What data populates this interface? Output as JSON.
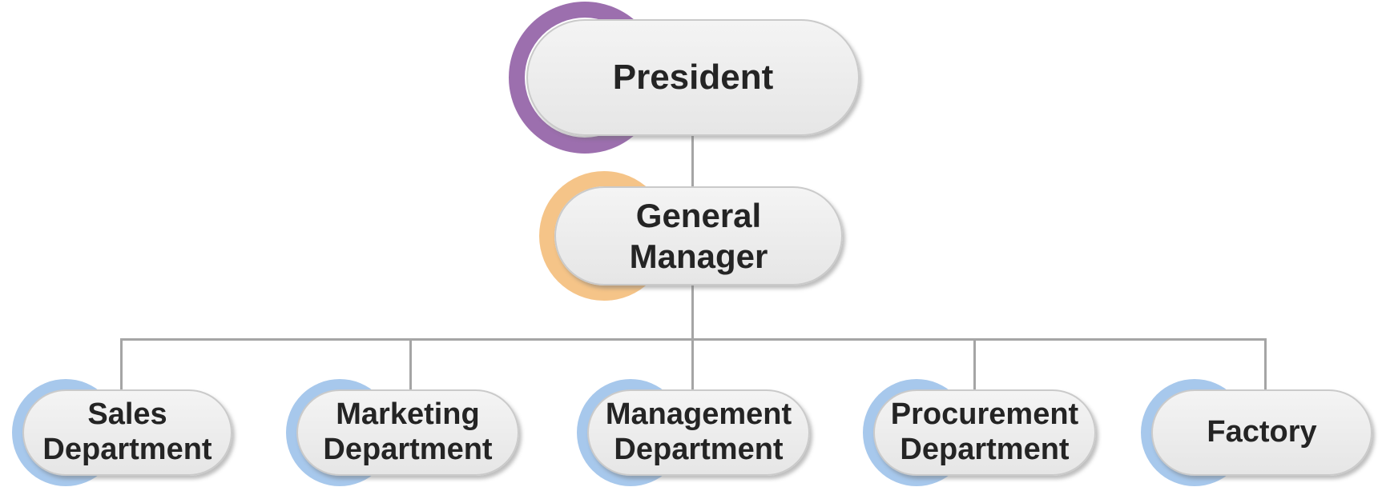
{
  "diagram": {
    "type": "org-chart",
    "background_color": "#ffffff",
    "connector_color": "#a5a5a5",
    "node_fill_color": "#ececec",
    "node_border_color": "#cacaca",
    "text_color": "#242424",
    "accent_colors": {
      "level1": "#9c6fae",
      "level2": "#f5c488",
      "level3": "#a7c8ec"
    },
    "nodes": [
      {
        "id": "president",
        "label": "President",
        "lines": [
          "President"
        ],
        "accent": "#9c6fae",
        "level": 1
      },
      {
        "id": "general-manager",
        "label": "General Manager",
        "lines": [
          "General",
          "Manager"
        ],
        "accent": "#f5c488",
        "level": 2
      },
      {
        "id": "sales",
        "label": "Sales Department",
        "lines": [
          "Sales",
          "Department"
        ],
        "accent": "#a7c8ec",
        "level": 3
      },
      {
        "id": "marketing",
        "label": "Marketing Department",
        "lines": [
          "Marketing",
          "Department"
        ],
        "accent": "#a7c8ec",
        "level": 3
      },
      {
        "id": "management",
        "label": "Management Department",
        "lines": [
          "Management",
          "Department"
        ],
        "accent": "#a7c8ec",
        "level": 3
      },
      {
        "id": "procurement",
        "label": "Procurement Department",
        "lines": [
          "Procurement",
          "Department"
        ],
        "accent": "#a7c8ec",
        "level": 3
      },
      {
        "id": "factory",
        "label": "Factory",
        "lines": [
          "Factory"
        ],
        "accent": "#a7c8ec",
        "level": 3
      }
    ],
    "edges": [
      {
        "from": "president",
        "to": "general-manager"
      },
      {
        "from": "general-manager",
        "to": "sales"
      },
      {
        "from": "general-manager",
        "to": "marketing"
      },
      {
        "from": "general-manager",
        "to": "management"
      },
      {
        "from": "general-manager",
        "to": "procurement"
      },
      {
        "from": "general-manager",
        "to": "factory"
      }
    ]
  }
}
